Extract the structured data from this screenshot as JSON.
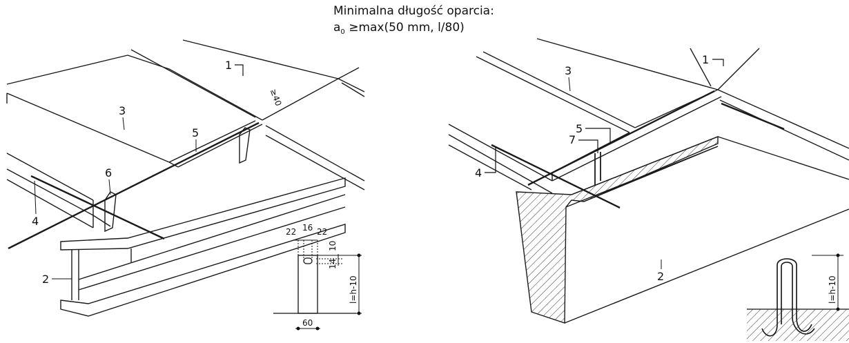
{
  "caption": {
    "line1": "Minimalna długość oparcia:",
    "line2_a": "a",
    "line2_sub": "0",
    "line2_rest": " ≥max(50 mm, l/80)"
  },
  "left": {
    "labels": {
      "n1": "1",
      "n2": "2",
      "n3": "3",
      "n4": "4",
      "n5": "5",
      "n6": "6"
    },
    "gap": "≥40",
    "dims": {
      "a": "22",
      "b": "16",
      "c": "22",
      "d": "10",
      "e": "14",
      "l": "l=h-10",
      "w": "60"
    }
  },
  "right": {
    "labels": {
      "n1": "1",
      "n2": "2",
      "n3": "3",
      "n4": "4",
      "n5": "5",
      "n7": "7"
    },
    "dims": {
      "l": "l=h-10"
    }
  }
}
